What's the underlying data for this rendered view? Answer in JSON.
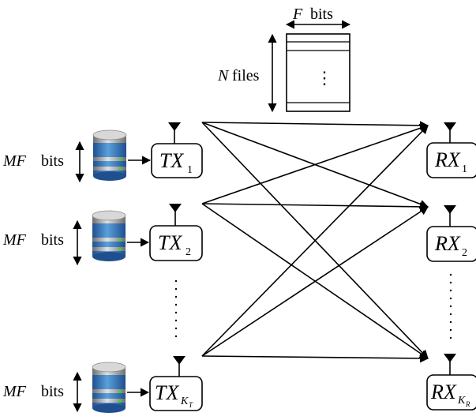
{
  "file_library": {
    "width_label_var": "F",
    "width_label_unit": "bits",
    "count_label_var": "N",
    "count_label_unit": "files",
    "dots": "⋮"
  },
  "transmitters": [
    {
      "label": "TX",
      "sub": "1",
      "cache_var": "MF",
      "cache_unit": "bits"
    },
    {
      "label": "TX",
      "sub": "2",
      "cache_var": "MF",
      "cache_unit": "bits"
    },
    {
      "label": "TX",
      "sub": "K",
      "subsub": "T",
      "cache_var": "MF",
      "cache_unit": "bits"
    }
  ],
  "receivers": [
    {
      "label": "RX",
      "sub": "1"
    },
    {
      "label": "RX",
      "sub": "2"
    },
    {
      "label": "RX",
      "sub": "K",
      "subsub": "R"
    }
  ],
  "colors": {
    "ink": "#000000",
    "db_blue_dark": "#1f4f8f",
    "db_blue_light": "#5aa0dc",
    "db_gray_dark": "#6e6e6e",
    "db_gray_light": "#d8d8d8",
    "db_green": "#3bd13b"
  }
}
